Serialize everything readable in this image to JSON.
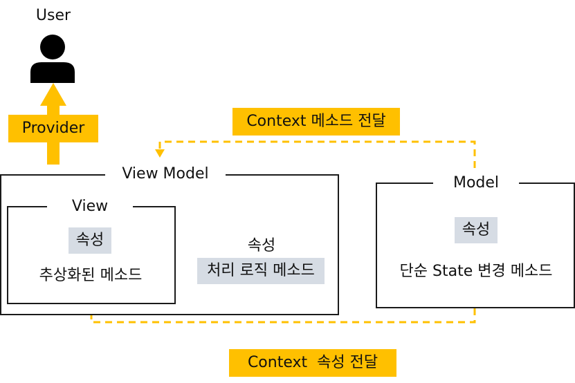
{
  "user": {
    "label": "User",
    "icon": "user-icon"
  },
  "provider": {
    "label": "Provider"
  },
  "view_model": {
    "title": "View Model",
    "attribute": "속성",
    "logic_method": "처리 로직 메소드"
  },
  "view": {
    "title": "View",
    "attribute": "속성",
    "abstract_method": "추상화된 메소드"
  },
  "model": {
    "title": "Model",
    "attribute": "속성",
    "state_method": "단순 State 변경 메소드"
  },
  "arrows": {
    "method_transfer": "Context 메소드 전달",
    "attribute_transfer": "Context  속성 전달"
  },
  "colors": {
    "accent": "#ffc000",
    "chip": "#d6dce4",
    "border": "#1a1a1a"
  }
}
